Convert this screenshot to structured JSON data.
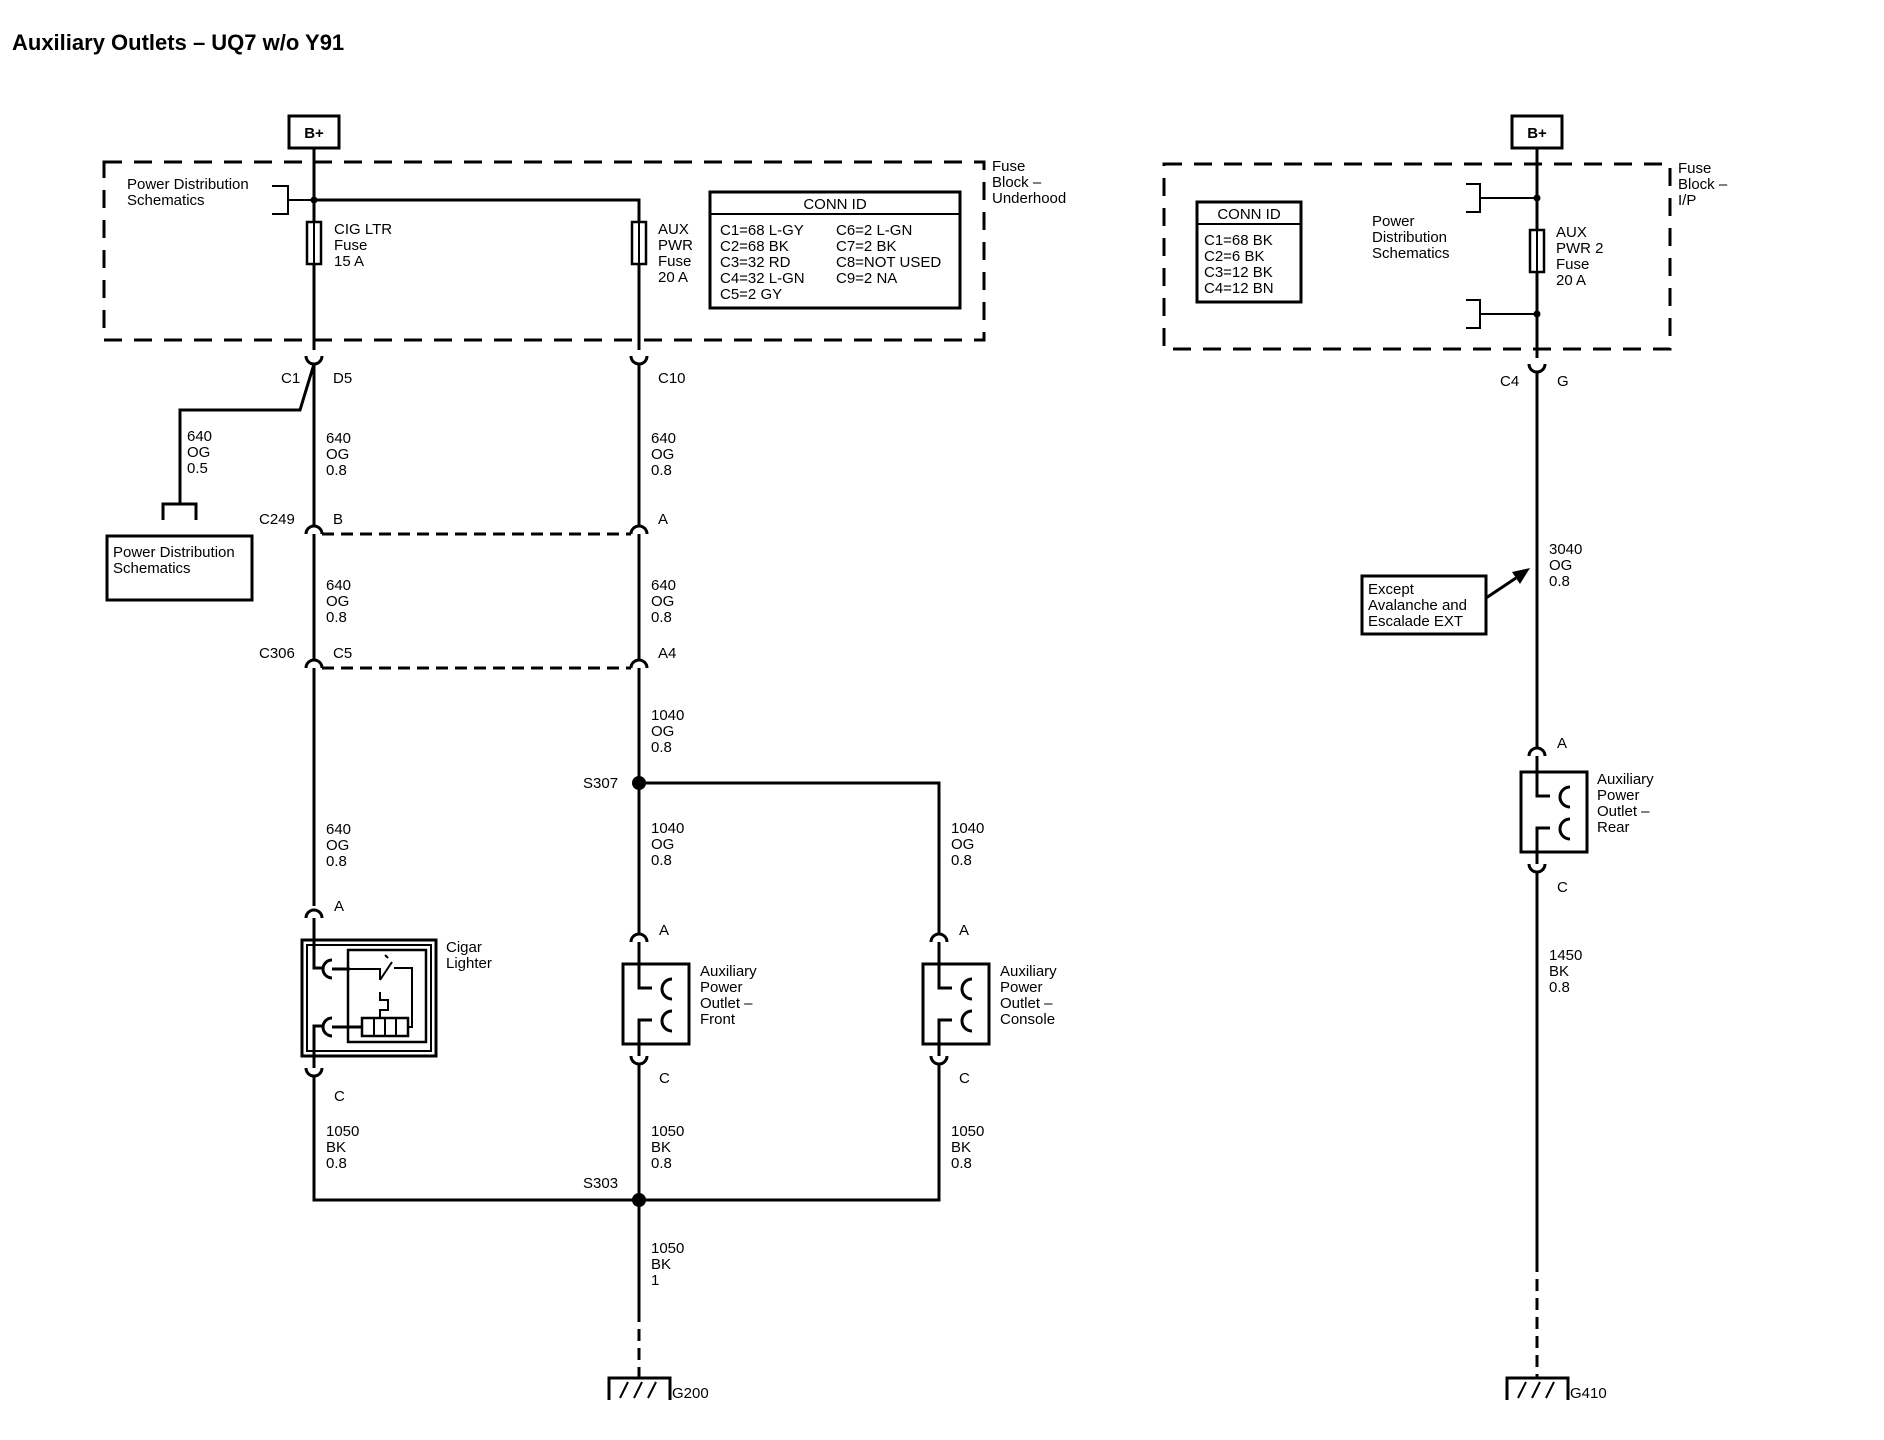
{
  "title": "Auxiliary Outlets – UQ7 w/o Y91",
  "battery_label": "B+",
  "left_fuse_block": {
    "label_lines": [
      "Fuse",
      "Block –",
      "Underhood"
    ],
    "pds_lines": [
      "Power Distribution",
      "Schematics"
    ],
    "fuse1_lines": [
      "CIG LTR",
      "Fuse",
      "15 A"
    ],
    "fuse2_lines": [
      "AUX",
      "PWR",
      "Fuse",
      "20 A"
    ],
    "conn_id_title": "CONN ID",
    "conn_id_col1": [
      "C1=68 L-GY",
      "C2=68 BK",
      "C3=32 RD",
      "C4=32 L-GN",
      "C5=2 GY"
    ],
    "conn_id_col2": [
      "C6=2 L-GN",
      "C7=2 BK",
      "C8=NOT USED",
      "C9=2 NA"
    ]
  },
  "right_fuse_block": {
    "label_lines": [
      "Fuse",
      "Block –",
      "I/P"
    ],
    "pds_lines": [
      "Power",
      "Distribution",
      "Schematics"
    ],
    "fuse_lines": [
      "AUX",
      "PWR 2",
      "Fuse",
      "20 A"
    ],
    "conn_id_title": "CONN ID",
    "conn_id_rows": [
      "C1=68 BK",
      "C2=6 BK",
      "C3=12 BK",
      "C4=12 BN"
    ]
  },
  "connectors": {
    "c1": "C1",
    "d5": "D5",
    "c10": "C10",
    "c249": "C249",
    "c249_b": "B",
    "c249_a": "A",
    "c306": "C306",
    "c306_c5": "C5",
    "c306_a4": "A4",
    "c4": "C4",
    "g": "G",
    "pin_a": "A",
    "pin_c": "C"
  },
  "wires": {
    "w640_05": [
      "640",
      "OG",
      "0.5"
    ],
    "w640_08": [
      "640",
      "OG",
      "0.8"
    ],
    "w1040_08": [
      "1040",
      "OG",
      "0.8"
    ],
    "w1050_08": [
      "1050",
      "BK",
      "0.8"
    ],
    "w1050_1": [
      "1050",
      "BK",
      "1"
    ],
    "w3040_08": [
      "3040",
      "OG",
      "0.8"
    ],
    "w1450_08": [
      "1450",
      "BK",
      "0.8"
    ]
  },
  "pds_box_lines": [
    "Power Distribution",
    "Schematics"
  ],
  "splices": {
    "s307": "S307",
    "s303": "S303"
  },
  "grounds": {
    "g200": "G200",
    "g410": "G410"
  },
  "components": {
    "cigar": [
      "Cigar",
      "Lighter"
    ],
    "front": [
      "Auxiliary",
      "Power",
      "Outlet –",
      "Front"
    ],
    "console": [
      "Auxiliary",
      "Power",
      "Outlet –",
      "Console"
    ],
    "rear": [
      "Auxiliary",
      "Power",
      "Outlet –",
      "Rear"
    ]
  },
  "except_lines": [
    "Except",
    "Avalanche and",
    "Escalade EXT"
  ]
}
